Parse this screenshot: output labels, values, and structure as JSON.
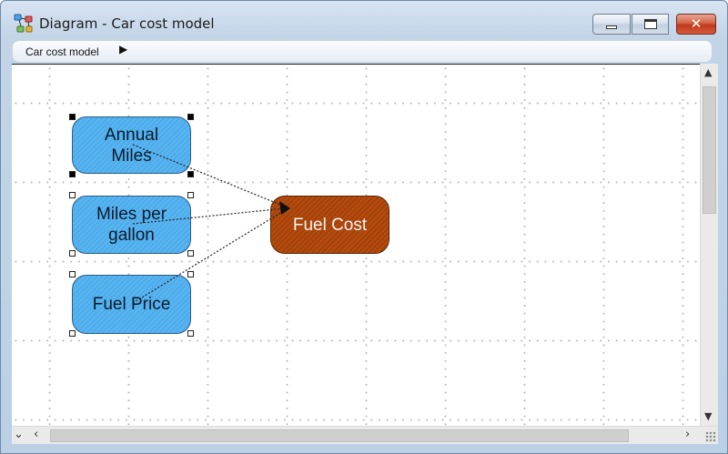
{
  "window": {
    "title": "Diagram - Car cost model"
  },
  "breadcrumb": {
    "items": [
      "Car cost model"
    ]
  },
  "nodes": {
    "annual_miles": "Annual Miles",
    "miles_per_gallon": "Miles per gallon",
    "fuel_price": "Fuel Price",
    "fuel_cost": "Fuel Cost"
  },
  "colors": {
    "variable_node": "#55b4f2",
    "objective_node": "#b44a0c",
    "close_button": "#c0391d"
  },
  "icons": {
    "app": "diagram-icon",
    "minimize": "minimize-icon",
    "maximize": "maximize-icon",
    "close": "close-icon",
    "breadcrumb_arrow": "triangle-right-icon"
  }
}
